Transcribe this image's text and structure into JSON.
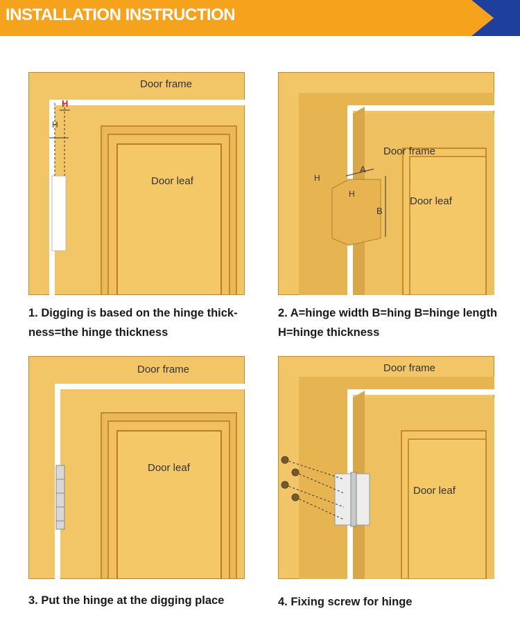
{
  "header": {
    "title": "INSTALLATION INSTRUCTION"
  },
  "colors": {
    "banner": "#f5a21c",
    "banner_corner": "#1e3f9c",
    "wood": "#f2c566",
    "wood_dark": "#c58a27"
  },
  "panels": [
    {
      "frame_label": "Door frame",
      "leaf_label": "Door leaf",
      "dim_labels": [
        "H",
        "H"
      ],
      "caption_lines": [
        "1. Digging is based on the hinge thick-",
        "ness=the hinge thickness"
      ]
    },
    {
      "frame_label": "Door frame",
      "leaf_label": "Door leaf",
      "dim_labels": [
        "H",
        "A",
        "H",
        "B"
      ],
      "caption_lines": [
        "2. A=hinge width B=hing B=hinge length",
        "H=hinge thickness"
      ]
    },
    {
      "frame_label": "Door frame",
      "leaf_label": "Door leaf",
      "caption_lines": [
        "3. Put the hinge at the digging place"
      ]
    },
    {
      "frame_label": "Door frame",
      "leaf_label": "Door leaf",
      "caption_lines": [
        "4. Fixing screw for hinge"
      ]
    }
  ]
}
